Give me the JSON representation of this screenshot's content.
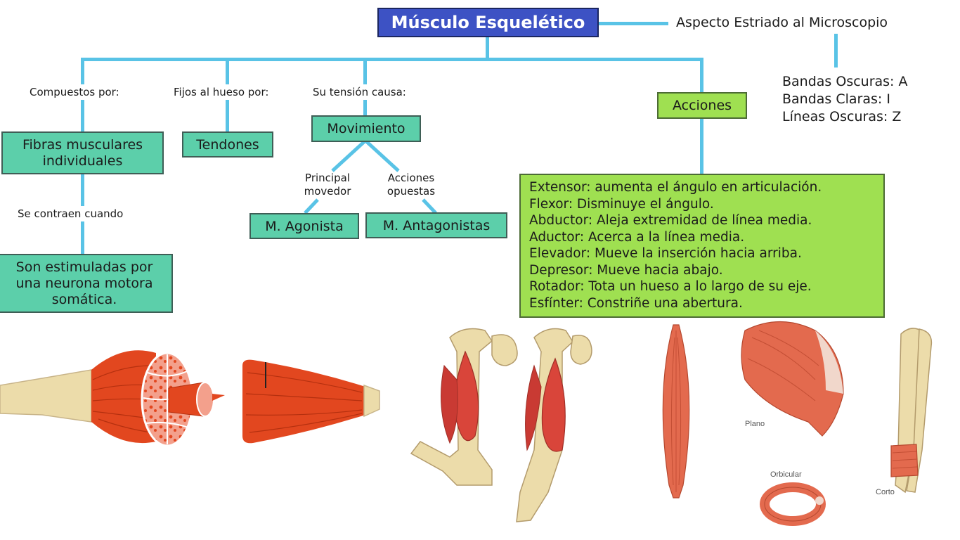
{
  "title": "Músculo Esquelético",
  "microscope": {
    "label": "Aspecto Estriado al Microscopio",
    "bands": [
      "Bandas Oscuras: A",
      "Bandas Claras: I",
      "Líneas Oscuras: Z"
    ]
  },
  "branches": {
    "composed_label": "Compuestos por:",
    "fixed_label": "Fijos al hueso por:",
    "tension_label": "Su tensión causa:"
  },
  "nodes": {
    "fibers": "Fibras musculares individuales",
    "contract_label": "Se contraen cuando",
    "stimulated": "Son estimuladas por una neurona motora somática.",
    "tendons": "Tendones",
    "movement": "Movimiento",
    "prime_mover_label": "Principal movedor",
    "opposite_label": "Acciones opuestas",
    "agonist": "M. Agonista",
    "antagonists": "M. Antagonistas",
    "actions": "Acciones"
  },
  "actions_list": [
    "Extensor: aumenta el ángulo en articulación.",
    "Flexor: Disminuye el ángulo.",
    "Abductor: Aleja extremidad de línea media.",
    "Aductor: Acerca a la línea media.",
    "Elevador: Mueve la inserción hacia arriba.",
    "Depresor: Mueve hacia abajo.",
    "Rotador: Tota un hueso a lo largo de su eje.",
    "Esfínter: Constriñe una abertura."
  ],
  "figure_labels": {
    "flat": "Plano",
    "orbicular": "Orbicular",
    "short": "Corto"
  },
  "colors": {
    "title_bg": "#3d52c4",
    "node_teal": "#5ccfaa",
    "node_green": "#9fe051",
    "connector": "#59c3e6",
    "muscle": "#e2471f",
    "bone": "#ecdcaa"
  }
}
